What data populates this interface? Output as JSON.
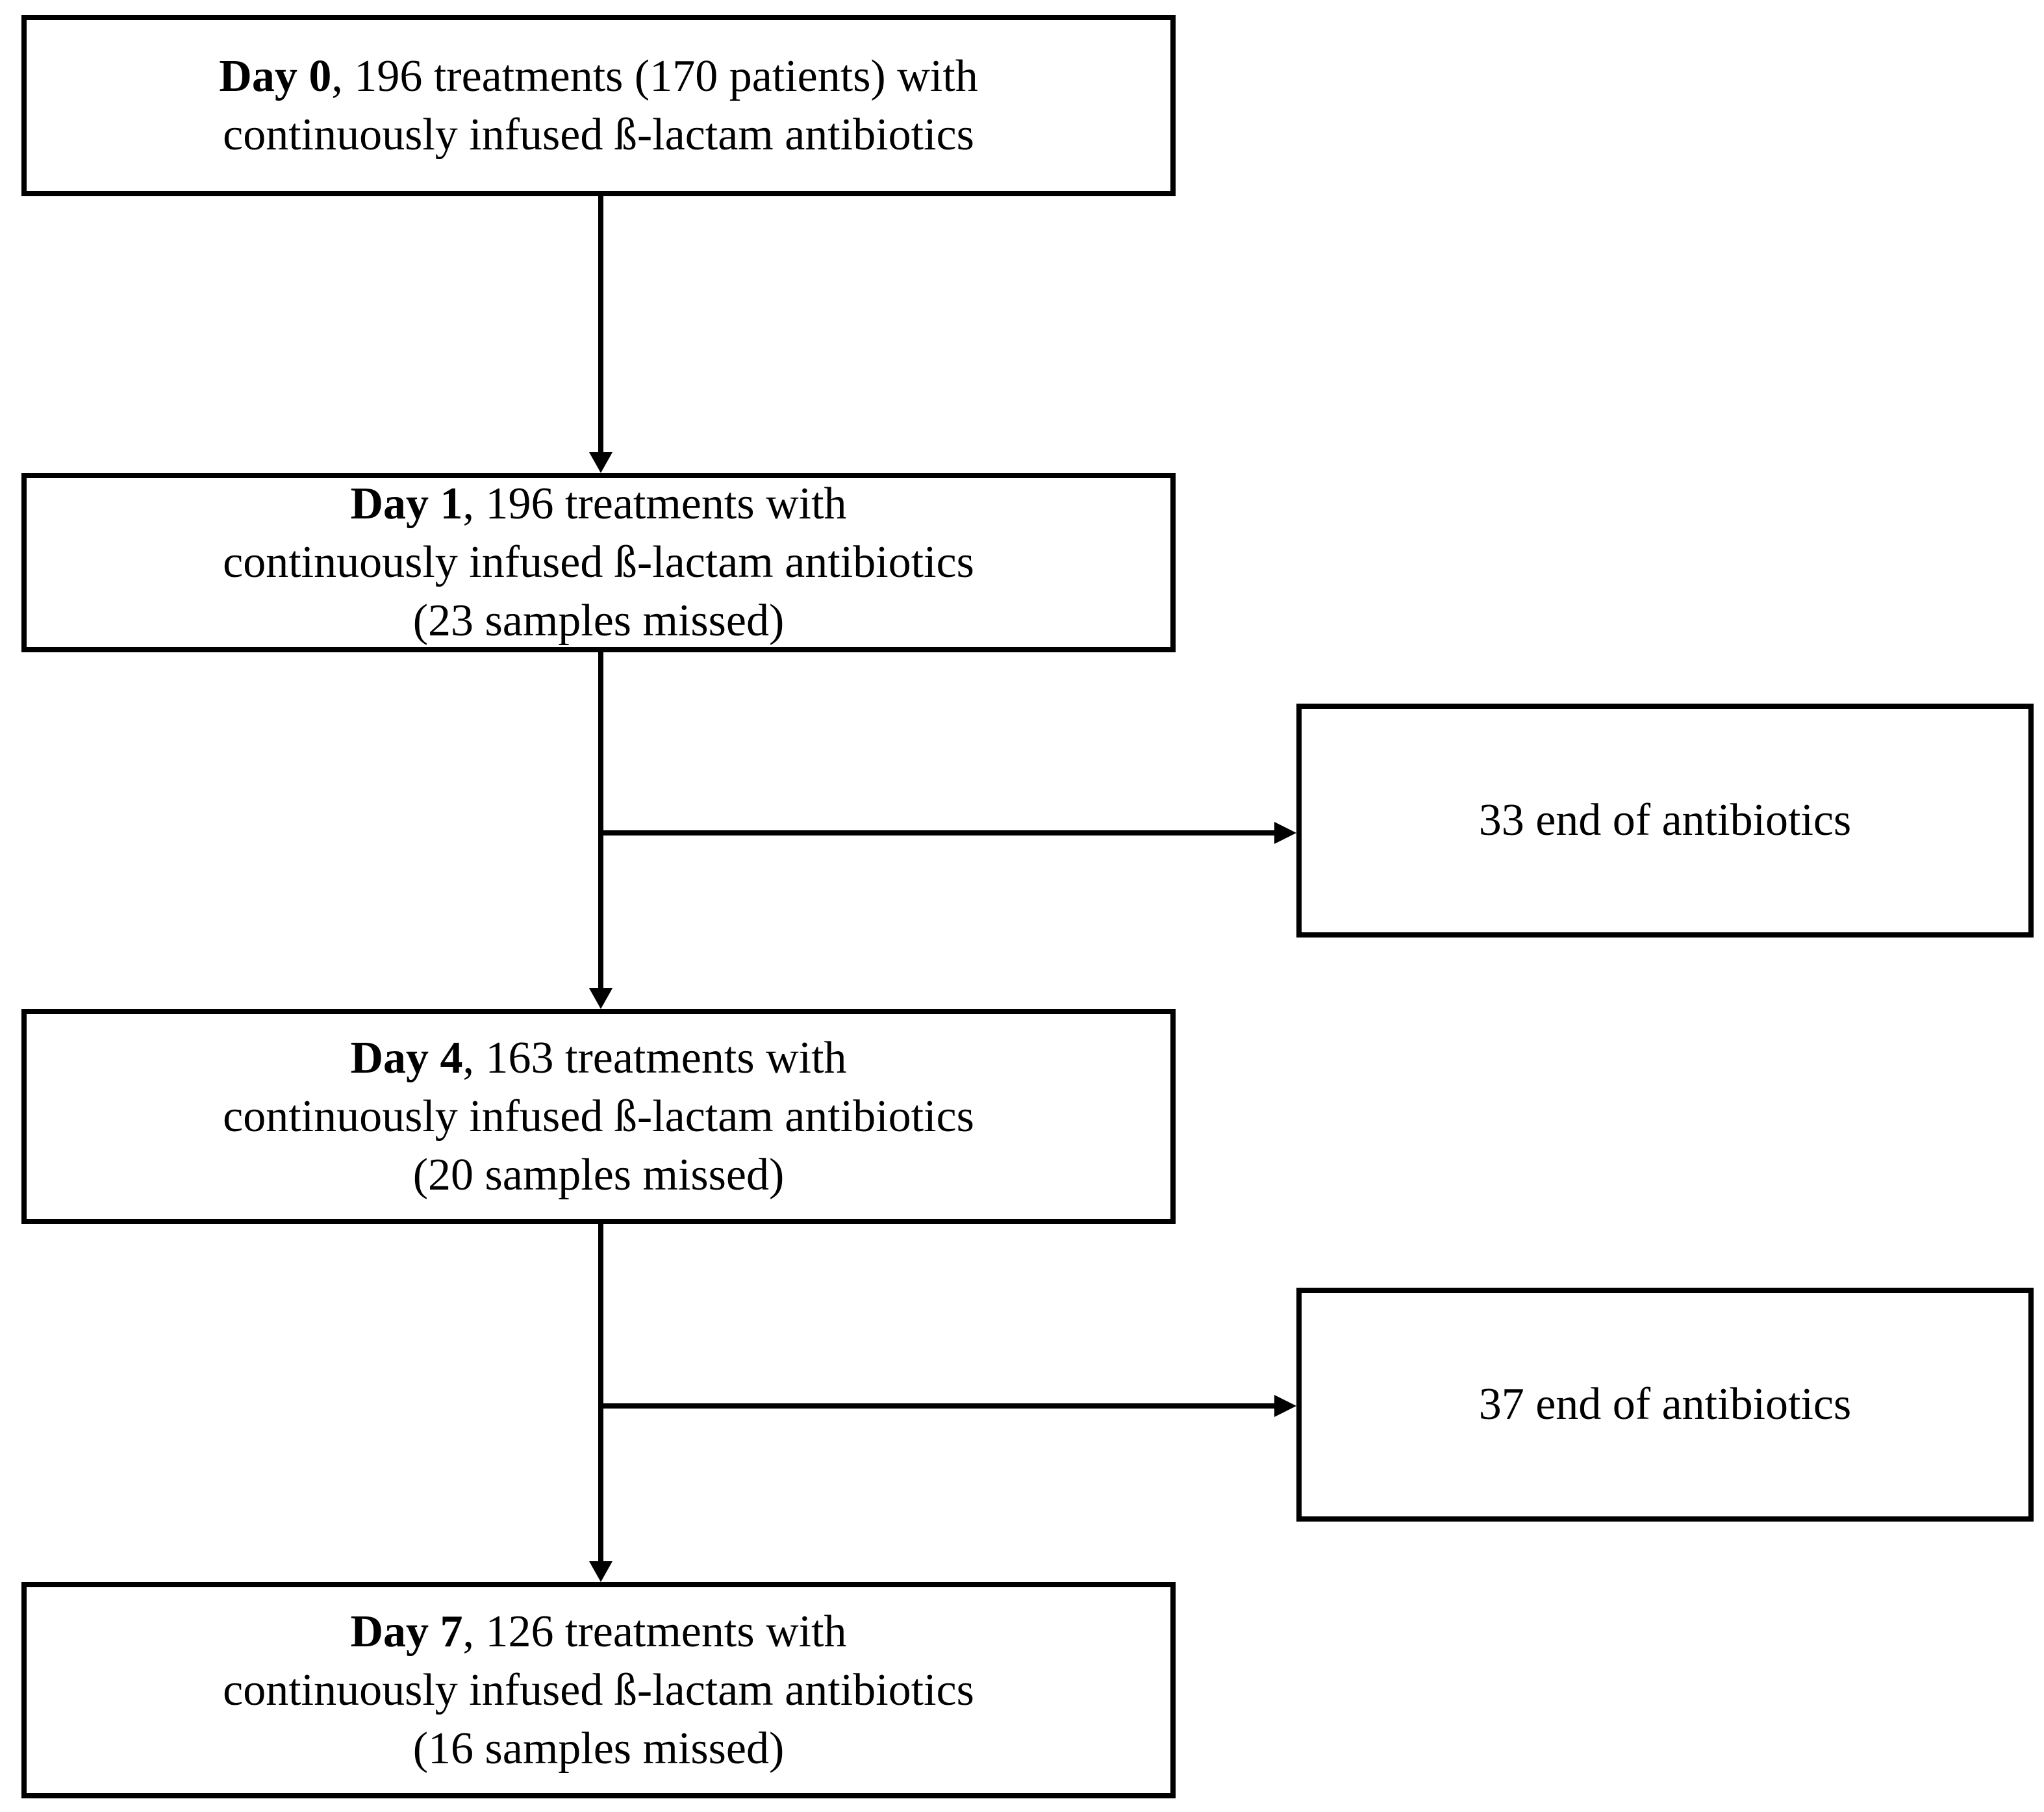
{
  "flowchart": {
    "background_color": "#ffffff",
    "ink_color": "#000000",
    "boxes": {
      "day0": {
        "lead": "Day 0",
        "after": ", 196 treatments (170 patients) with",
        "line2": "continuously infused ß-lactam antibiotics"
      },
      "day1": {
        "lead": "Day 1",
        "after": ", 196 treatments with",
        "line2": "continuously infused ß-lactam antibiotics",
        "line3": "(23 samples missed)"
      },
      "day4": {
        "lead": "Day 4",
        "after": ", 163 treatments with",
        "line2": "continuously infused ß-lactam antibiotics",
        "line3": "(20 samples missed)"
      },
      "day7": {
        "lead": "Day 7",
        "after": ", 126 treatments with",
        "line2": "continuously infused ß-lactam antibiotics",
        "line3": "(16 samples missed)"
      },
      "end1": {
        "label": "33 end of antibiotics"
      },
      "end2": {
        "label": "37 end of antibiotics"
      }
    }
  }
}
